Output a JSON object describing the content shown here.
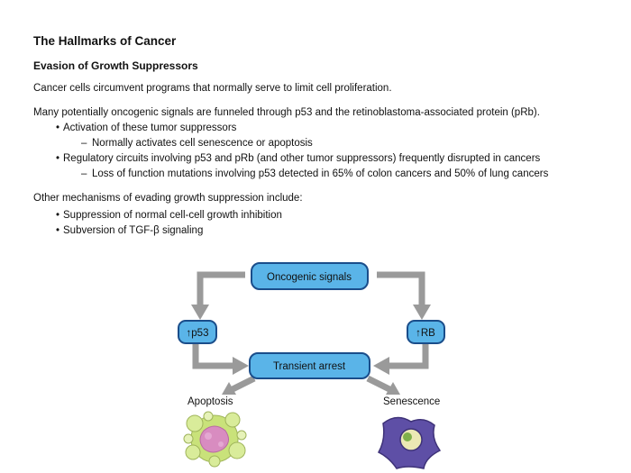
{
  "slide": {
    "title": "The Hallmarks of Cancer",
    "subtitle": "Evasion of Growth Suppressors",
    "para1": "Cancer cells circumvent programs that normally serve to limit cell proliferation.",
    "para2": "Many potentially oncogenic signals are funneled through p53 and the retinoblastoma-associated protein (pRb).",
    "bullets": [
      "Activation of these tumor suppressors",
      "Regulatory circuits involving p53 and pRb (and other tumor suppressors) frequently disrupted in cancers"
    ],
    "subbullets": [
      "Normally activates cell senescence or apoptosis",
      "Loss of function mutations involving p53 detected in 65% of colon cancers and 50% of lung cancers"
    ],
    "para3": "Other mechanisms of evading growth suppression include:",
    "bullets2": [
      "Suppression of normal cell-cell growth inhibition",
      "Subversion of TGF-β signaling"
    ]
  },
  "diagram": {
    "oncogenic": "Oncogenic signals",
    "p53": "↑p53",
    "rb": "↑RB",
    "arrest": "Transient arrest",
    "apoptosis": "Apoptosis",
    "senescence": "Senescence",
    "colors": {
      "box_fill": "#5ab4e8",
      "box_border": "#1a4d8a",
      "arrow": "#9a9a9a",
      "apoptosis_cell": "#c9e27a",
      "apoptosis_core": "#d88cc0",
      "senescence_cell": "#5e4fa6"
    }
  }
}
